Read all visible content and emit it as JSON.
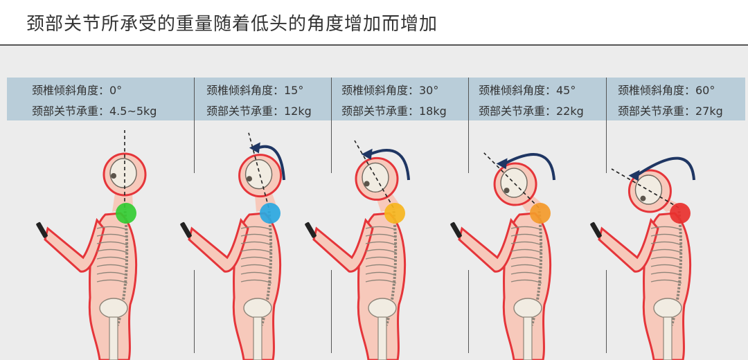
{
  "title": "颈部关节所承受的重量随着低头的角度增加而增加",
  "panels": [
    {
      "angle_text": "颈椎倾斜角度：0°",
      "load_text": "颈部关节承重：4.5~5kg",
      "angle": 0,
      "dot_color": "#33cc33"
    },
    {
      "angle_text": "颈椎倾斜角度：15°",
      "load_text": "颈部关节承重：12kg",
      "angle": 15,
      "dot_color": "#2aa7e0"
    },
    {
      "angle_text": "颈椎倾斜角度：30°",
      "load_text": "颈部关节承重：18kg",
      "angle": 30,
      "dot_color": "#f6b51e"
    },
    {
      "angle_text": "颈椎倾斜角度：45°",
      "load_text": "颈部关节承重：22kg",
      "angle": 45,
      "dot_color": "#f39a2a"
    },
    {
      "angle_text": "颈椎倾斜角度：60°",
      "load_text": "颈部关节承重：27kg",
      "angle": 60,
      "dot_color": "#e8302e"
    }
  ],
  "colors": {
    "body_fill": "#f7c9bb",
    "body_outline": "#e5353a",
    "bone": "#f1ece2",
    "arrow": "#1f3663"
  }
}
